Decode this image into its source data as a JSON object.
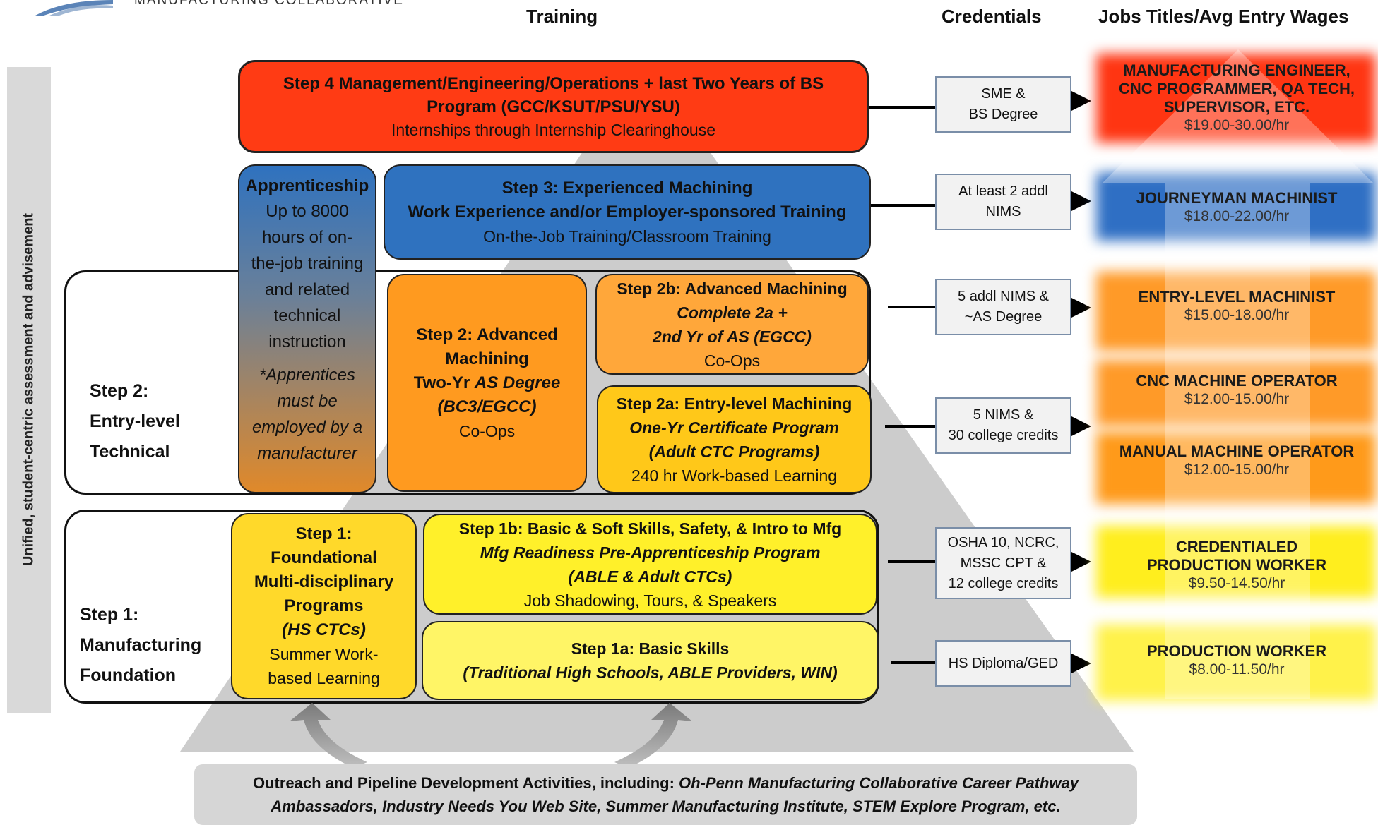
{
  "header": {
    "logo_text": "MANUFACTURING COLLABORATIVE",
    "col_training": "Training",
    "col_credentials": "Credentials",
    "col_jobs": "Jobs Titles/Avg Entry Wages"
  },
  "sidebar_label": "Unified, student-centric assessment and advisement",
  "step4": {
    "line1": "Step 4 Management/Engineering/Operations + last Two Years of BS",
    "line2": "Program (GCC/KSUT/PSU/YSU)",
    "line3": "Internships through Internship Clearinghouse"
  },
  "apprenticeship": {
    "title": "Apprenticeship",
    "lines": [
      "Up to 8000",
      "hours of on-",
      "the-job training",
      "and related",
      "technical",
      "instruction"
    ],
    "note_lines": [
      "*Apprentices",
      "must be",
      "employed by a",
      "manufacturer"
    ]
  },
  "step3": {
    "line1": "Step 3: Experienced Machining",
    "line2": "Work Experience and/or Employer-sponsored Training",
    "line3": "On-the-Job Training/Classroom Training"
  },
  "step2_group": {
    "lines": [
      "Step 2:",
      "Entry-level",
      "Technical"
    ]
  },
  "step2": {
    "line1": "Step 2: Advanced",
    "line2": "Machining",
    "line3a": "Two-Yr ",
    "line3b": "AS Degree",
    "line4": "(BC3/EGCC)",
    "line5": "Co-Ops"
  },
  "step2b": {
    "line1": "Step 2b: Advanced Machining",
    "line2": "Complete 2a +",
    "line3": "2nd Yr of AS (EGCC)",
    "line4": "Co-Ops"
  },
  "step2a": {
    "line1": "Step 2a: Entry-level Machining",
    "line2": "One-Yr Certificate Program",
    "line3": "(Adult CTC Programs)",
    "line4": "240 hr Work-based Learning"
  },
  "step1_group": {
    "lines": [
      "Step 1:",
      "Manufacturing",
      "Foundation"
    ]
  },
  "step1": {
    "lines_bold": [
      "Step 1:",
      "Foundational",
      "Multi-disciplinary",
      "Programs"
    ],
    "line_italic": "(HS CTCs)",
    "lines_plain": [
      "Summer Work-",
      "based Learning"
    ]
  },
  "step1b": {
    "line1": "Step 1b: Basic & Soft Skills, Safety, & Intro to Mfg",
    "line2": "Mfg Readiness Pre-Apprenticeship Program",
    "line3": "(ABLE & Adult CTCs)",
    "line4": "Job Shadowing, Tours, & Speakers"
  },
  "step1a": {
    "line1": "Step 1a: Basic Skills",
    "line2": "(Traditional High Schools, ABLE Providers, WIN)"
  },
  "credentials": [
    [
      "SME &",
      "BS Degree"
    ],
    [
      "At least 2 addl",
      "NIMS"
    ],
    [
      "5 addl NIMS &",
      "~AS Degree"
    ],
    [
      "5 NIMS &",
      "30 college credits"
    ],
    [
      "OSHA 10, NCRC,",
      "MSSC CPT &",
      "12 college credits"
    ],
    [
      "HS Diploma/GED"
    ]
  ],
  "jobs": [
    {
      "title": [
        "MANUFACTURING ENGINEER,",
        "CNC PROGRAMMER, QA TECH,",
        "SUPERVISOR, ETC."
      ],
      "wage": "$19.00-30.00/hr"
    },
    {
      "title": [
        "JOURNEYMAN MACHINIST"
      ],
      "wage": "$18.00-22.00/hr"
    },
    {
      "title": [
        "ENTRY-LEVEL MACHINIST"
      ],
      "wage": "$15.00-18.00/hr"
    },
    {
      "title": [
        "CNC MACHINE OPERATOR"
      ],
      "wage": "$12.00-15.00/hr"
    },
    {
      "title": [
        "MANUAL MACHINE OPERATOR"
      ],
      "wage": "$12.00-15.00/hr"
    },
    {
      "title": [
        "CREDENTIALED",
        "PRODUCTION WORKER"
      ],
      "wage": "$9.50-14.50/hr"
    },
    {
      "title": [
        "PRODUCTION WORKER"
      ],
      "wage": "$8.00-11.50/hr"
    }
  ],
  "outreach": {
    "line1_bold": "Outreach and Pipeline Development Activities, including: ",
    "line1_italic": "Oh-Penn Manufacturing Collaborative Career Pathway",
    "line2_italic": "Ambassadors, Industry Needs You Web Site, Summer Manufacturing Institute, STEM Explore Program, etc."
  },
  "colors": {
    "step4": "#ff3b14",
    "step3": "#2f72bf",
    "step2_orange": "#ff9a1f",
    "step2b": "#ffa73a",
    "step2a": "#ffc819",
    "step1": "#ffd92a",
    "step1b": "#fff02a",
    "step1a": "#fff566",
    "pyramid": "#cccccc"
  }
}
